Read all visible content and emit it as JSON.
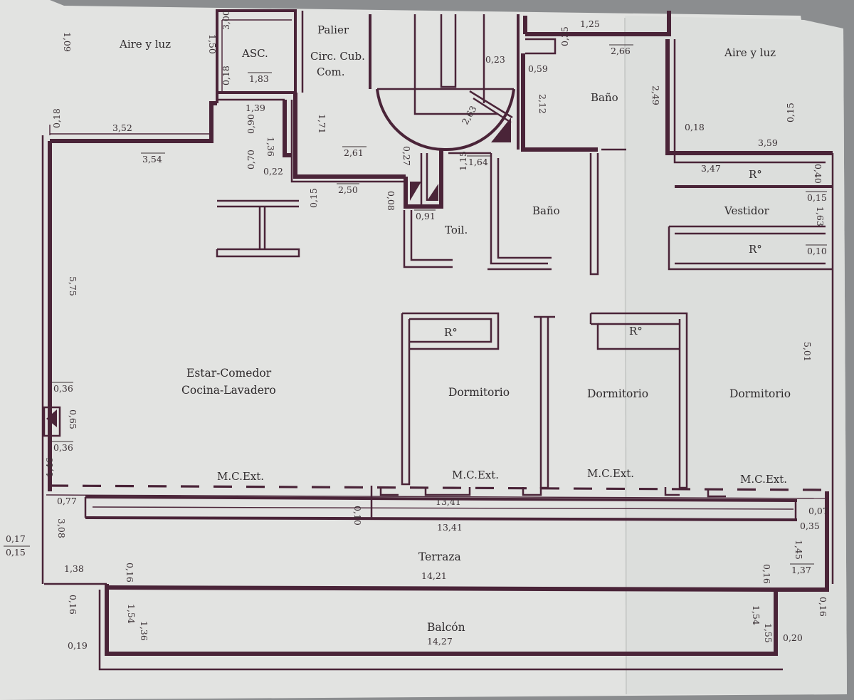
{
  "rooms": {
    "aire_luz_left": "Aire y luz",
    "aire_luz_right": "Aire y luz",
    "asc": "ASC.",
    "palier": "Palier",
    "circ_line1": "Circ. Cub.",
    "circ_line2": "Com.",
    "bano_top": "Baño",
    "bano_mid": "Baño",
    "toil": "Toil.",
    "vestidor": "Vestidor",
    "r_vest_top": "R°",
    "r_vest_bottom": "R°",
    "r_dorm1": "R°",
    "r_dorm2": "R°",
    "estar_line1": "Estar-Comedor",
    "estar_line2": "Cocina-Lavadero",
    "dormitorio1": "Dormitorio",
    "dormitorio2": "Dormitorio",
    "dormitorio3": "Dormitorio",
    "mc1": "M.C.Ext.",
    "mc2": "M.C.Ext.",
    "mc3": "M.C.Ext.",
    "mc4": "M.C.Ext.",
    "terraza": "Terraza",
    "terraza_dim": "14,21",
    "balcon": "Balcón",
    "balcon_dim": "14,27"
  },
  "dims": {
    "d_125": "1,25",
    "d_183": "1,83",
    "d_300": "3,00",
    "d_018a": "0,18",
    "d_018b": "0,18",
    "d_139": "1,39",
    "d_090": "0,90",
    "d_136": "1,36",
    "d_171": "1,71",
    "d_261": "2,61",
    "d_023": "0,23",
    "d_059": "0,59",
    "d_035": "0,35",
    "d_266": "2,66",
    "d_212": "2,12",
    "d_263": "2,63",
    "d_249": "2,49",
    "d_018c": "0,18",
    "d_359": "3,59",
    "d_015a": "0,15",
    "d_352": "3,52",
    "d_354": "3,54",
    "d_022": "0,22",
    "d_070": "0,70",
    "d_015b": "0,15",
    "d_250": "2,50",
    "d_027": "0,27",
    "d_164": "1,64",
    "d_115": "1,15",
    "d_008": "0,08",
    "d_091": "0,91",
    "d_347": "3,47",
    "d_040": "0,40",
    "d_015c": "0,15",
    "d_163": "1,63",
    "d_010": "0,10",
    "d_575": "5,75",
    "d_501": "5,01",
    "d_036a": "0,36",
    "d_065": "0,65",
    "d_036b": "0,36",
    "d_146": "1,46",
    "d_077": "0,77",
    "d_1341a": "13,41",
    "d_1341b": "13,41",
    "d_010b": "0,10",
    "d_007": "0,07",
    "d_035b": "0,35",
    "d_308": "3,08",
    "d_017": "0,17",
    "d_015d": "0,15",
    "d_138": "1,38",
    "d_137": "1,37",
    "d_145": "1,45",
    "d_016a": "0,16",
    "d_016b": "0,16",
    "d_016c": "0,16",
    "d_016d": "0,16",
    "d_154a": "1,54",
    "d_154b": "1,54",
    "d_019": "0,19",
    "d_020": "0,20",
    "d_155": "1,55",
    "d_136b": "1,36",
    "d_109": "1,09",
    "d_150": "1,50"
  }
}
